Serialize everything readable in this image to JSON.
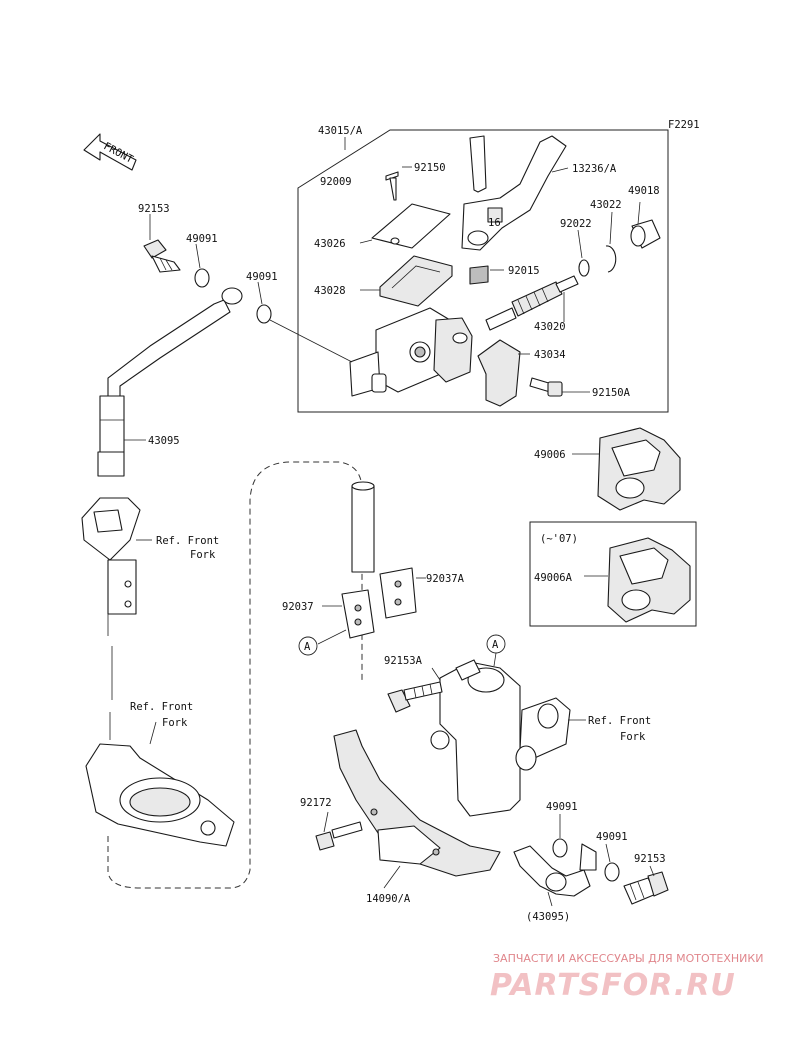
{
  "diagram_code": "F2291",
  "front_label": "FRONT",
  "refs": {
    "ref_front_fork_1": [
      "Ref. Front",
      "Fork"
    ],
    "ref_front_fork_2": [
      "Ref. Front",
      "Fork"
    ],
    "ref_front_fork_3": [
      "Ref. Front",
      "Fork"
    ]
  },
  "callouts": {
    "a1": "A",
    "a2": "A"
  },
  "variant_note": "(~'07)",
  "parts": [
    {
      "id": "p43015a",
      "number": "43015/A"
    },
    {
      "id": "p92009",
      "number": "92009"
    },
    {
      "id": "p92150",
      "number": "92150"
    },
    {
      "id": "p13236a",
      "number": "13236/A"
    },
    {
      "id": "p43022",
      "number": "43022"
    },
    {
      "id": "p49018",
      "number": "49018"
    },
    {
      "id": "p92022",
      "number": "92022"
    },
    {
      "id": "p43026",
      "number": "43026"
    },
    {
      "id": "p92015",
      "number": "92015"
    },
    {
      "id": "p43028",
      "number": "43028"
    },
    {
      "id": "p43020",
      "number": "43020"
    },
    {
      "id": "p43034",
      "number": "43034"
    },
    {
      "id": "p92150a",
      "number": "92150A"
    },
    {
      "id": "p92153_top",
      "number": "92153"
    },
    {
      "id": "p49091_top1",
      "number": "49091"
    },
    {
      "id": "p49091_top2",
      "number": "49091"
    },
    {
      "id": "p43095",
      "number": "43095"
    },
    {
      "id": "p49006",
      "number": "49006"
    },
    {
      "id": "p49006a",
      "number": "49006A"
    },
    {
      "id": "p92037a",
      "number": "92037A"
    },
    {
      "id": "p92037",
      "number": "92037"
    },
    {
      "id": "p92153a",
      "number": "92153A"
    },
    {
      "id": "p92172",
      "number": "92172"
    },
    {
      "id": "p49091_bot1",
      "number": "49091"
    },
    {
      "id": "p49091_bot2",
      "number": "49091"
    },
    {
      "id": "p92153_bot",
      "number": "92153"
    },
    {
      "id": "p14090a",
      "number": "14090/A"
    },
    {
      "id": "p43095_paren",
      "number": "(43095)"
    },
    {
      "id": "p16",
      "number": "16"
    }
  ],
  "watermark": {
    "tagline": "ЗАПЧАСТИ И АКСЕССУАРЫ ДЛЯ МОТОТЕХНИКИ",
    "logo": "PARTSFOR.RU"
  }
}
